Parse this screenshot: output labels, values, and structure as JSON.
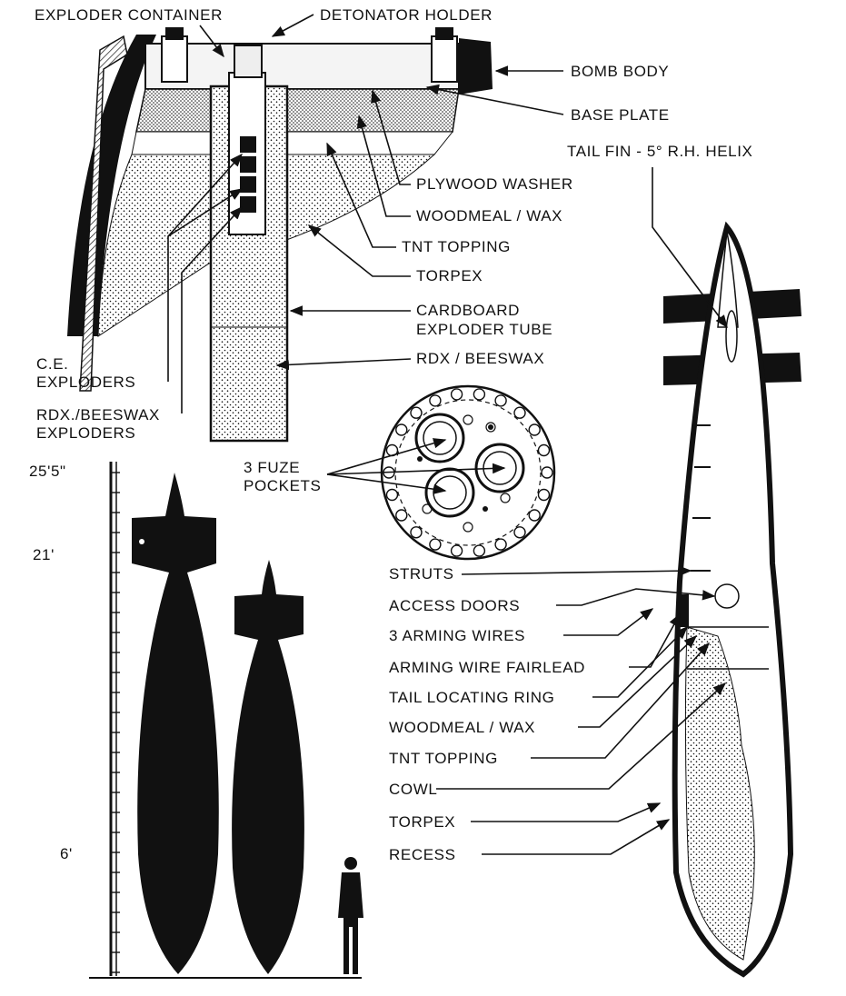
{
  "colors": {
    "ink": "#111111",
    "paper": "#ffffff",
    "stipple": "#111111"
  },
  "top_detail": {
    "exploder_container": "EXPLODER CONTAINER",
    "detonator_holder": "DETONATOR HOLDER",
    "bomb_body": "BOMB BODY",
    "base_plate": "BASE PLATE",
    "plywood_washer": "PLYWOOD WASHER",
    "woodmeal_wax": "WOODMEAL / WAX",
    "tnt_topping": "TNT TOPPING",
    "torpex": "TORPEX",
    "cardboard_tube_1": "CARDBOARD",
    "cardboard_tube_2": "EXPLODER TUBE",
    "rdx_beeswax": "RDX / BEESWAX",
    "ce_exploders_1": "C.E.",
    "ce_exploders_2": "EXPLODERS",
    "rdx_exploders_1": "RDX./BEESWAX",
    "rdx_exploders_2": "EXPLODERS"
  },
  "fuze_plate": {
    "label_1": "3 FUZE",
    "label_2": "POCKETS"
  },
  "scale": {
    "top": "25'5\"",
    "mid": "21'",
    "low": "6'"
  },
  "tail_section": {
    "tail_fin": "TAIL FIN - 5° R.H. HELIX",
    "struts": "STRUTS",
    "access_doors": "ACCESS DOORS",
    "arming_wires": "3 ARMING WIRES",
    "fairlead": "ARMING WIRE FAIRLEAD",
    "locating_ring": "TAIL LOCATING RING",
    "woodmeal_wax": "WOODMEAL / WAX",
    "tnt_topping": "TNT TOPPING",
    "cowl": "COWL",
    "torpex": "TORPEX",
    "recess": "RECESS"
  }
}
